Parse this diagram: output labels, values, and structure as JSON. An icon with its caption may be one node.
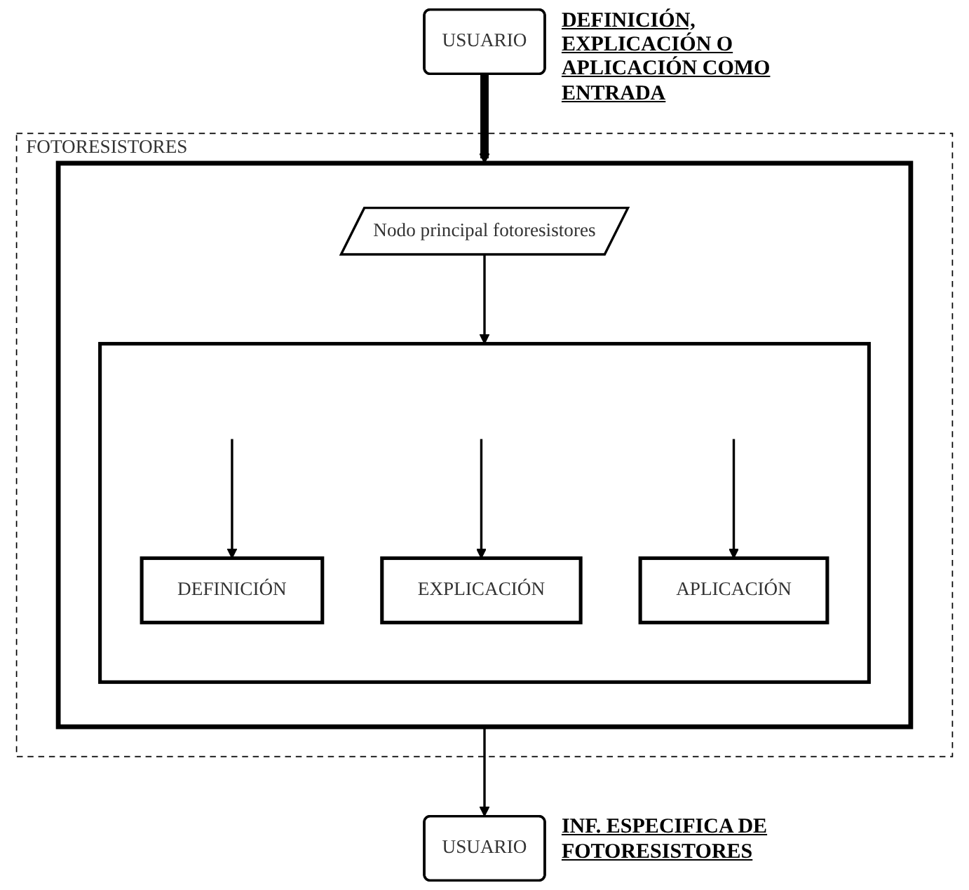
{
  "diagram": {
    "nodes": [
      {
        "text": [
          "USUARIO"
        ],
        "beside": [
          "DEFINICIÓN, EXPLICACIÓN O APLICACIÓN COMO ENTRADA"
        ]
      },
      {
        "text": [
          "FOTORESISTORES"
        ]
      },
      {
        "text": [],
        "shape": "box",
        "in": 1
      },
      {
        "text": [
          "Nodo principal fotoresistores"
        ],
        "in": 2
      },
      {
        "text": [],
        "shape": "box",
        "in": 2
      },
      {
        "text": [
          "DEFINICIÓN"
        ],
        "in": 4
      },
      {
        "text": [
          "EXPLICACIÓN"
        ],
        "in": 4
      },
      {
        "text": [
          "APLICACIÓN"
        ],
        "in": 4
      },
      {
        "text": [
          "USUARIO"
        ],
        "beside": [
          "INF. ESPECIFICA DE FOTORESISTORES"
        ]
      }
    ],
    "edges": [
      {
        "from": 0,
        "to": 2,
        "arrow": "to",
        "style": "thick"
      },
      {
        "from": 3,
        "to": 4,
        "arrow": "to"
      },
      {
        "from": null,
        "to": 5,
        "arrow": "to"
      },
      {
        "from": null,
        "to": 6,
        "arrow": "to"
      },
      {
        "from": null,
        "to": 7,
        "arrow": "to"
      },
      {
        "from": 2,
        "to": 8,
        "arrow": "to"
      }
    ]
  }
}
